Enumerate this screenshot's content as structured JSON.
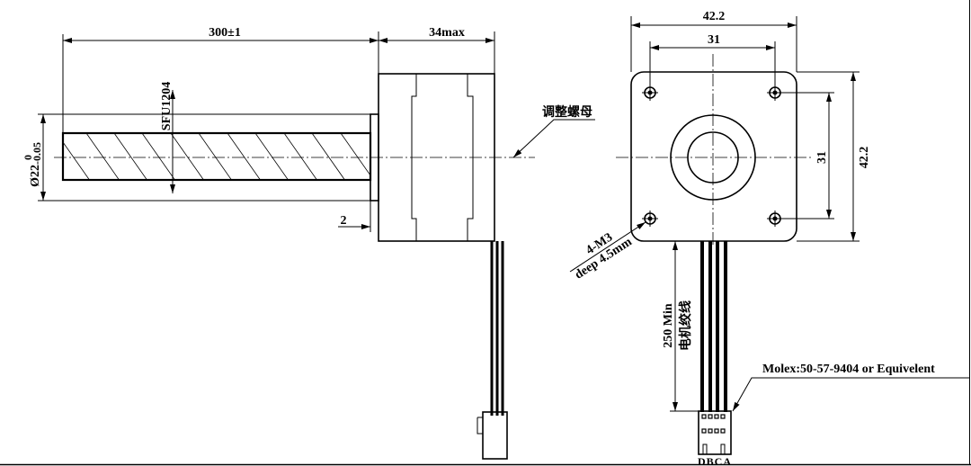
{
  "side_view": {
    "length_dim": "300±1",
    "motor_length_dim": "34max",
    "screw_label": "SFU1204",
    "diameter_dim": "Ø22",
    "diameter_tol_upper": "0",
    "diameter_tol_lower": "-0.05",
    "flange_dim": "2",
    "nut_label": "调整螺母"
  },
  "front_view": {
    "width_dim": "42.2",
    "hole_spacing_h": "31",
    "height_dim": "42.2",
    "hole_spacing_v": "31",
    "holes_label": "4-M3",
    "holes_depth": "deep 4.5mm",
    "wire_length": "250 Min",
    "wire_label": "电机绞线",
    "connector_label": "Molex:50-57-9404 or Equivelent",
    "pin_labels": "DBCA"
  }
}
